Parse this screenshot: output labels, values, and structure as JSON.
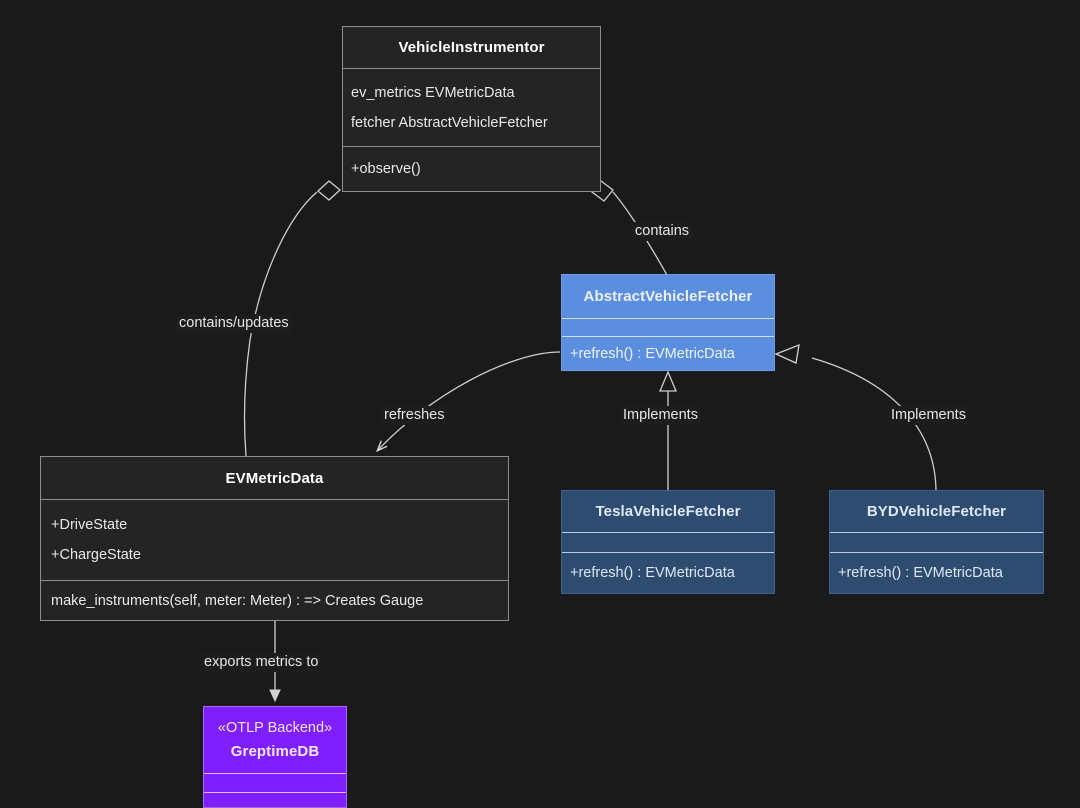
{
  "diagram": {
    "kind": "uml-class-diagram",
    "background": "#1a1a1a",
    "classes": [
      {
        "id": "vehicle-instrumentor",
        "name": "VehicleInstrumentor",
        "style": "dark",
        "attributes": [
          "ev_metrics EVMetricData",
          "fetcher AbstractVehicleFetcher"
        ],
        "methods": [
          "+observe()"
        ]
      },
      {
        "id": "abstract-vehicle-fetcher",
        "name": "AbstractVehicleFetcher",
        "style": "blue",
        "accent": "#5b8ede",
        "attributes": [],
        "methods": [
          "+refresh() : EVMetricData"
        ]
      },
      {
        "id": "ev-metric-data",
        "name": "EVMetricData",
        "style": "dark",
        "attributes": [
          "+DriveState",
          "+ChargeState"
        ],
        "methods": [
          "make_instruments(self, meter: Meter) : => Creates Gauge"
        ]
      },
      {
        "id": "tesla-vehicle-fetcher",
        "name": "TeslaVehicleFetcher",
        "style": "navy",
        "accent": "#2d4c70",
        "attributes": [],
        "methods": [
          "+refresh() : EVMetricData"
        ]
      },
      {
        "id": "byd-vehicle-fetcher",
        "name": "BYDVehicleFetcher",
        "style": "navy",
        "accent": "#2d4c70",
        "attributes": [],
        "methods": [
          "+refresh() : EVMetricData"
        ]
      },
      {
        "id": "greptimedb",
        "name": "GreptimeDB",
        "stereotype": "«OTLP Backend»",
        "style": "purple",
        "accent": "#7f1fff",
        "attributes": [],
        "methods": []
      }
    ],
    "relationships": [
      {
        "id": "contains",
        "label": "contains",
        "from": "vehicle-instrumentor",
        "to": "abstract-vehicle-fetcher",
        "type": "aggregation"
      },
      {
        "id": "contains-updates",
        "label": "contains/updates",
        "from": "vehicle-instrumentor",
        "to": "ev-metric-data",
        "type": "aggregation"
      },
      {
        "id": "refreshes",
        "label": "refreshes",
        "from": "abstract-vehicle-fetcher",
        "to": "ev-metric-data",
        "type": "association"
      },
      {
        "id": "implements-tesla",
        "label": "Implements",
        "from": "tesla-vehicle-fetcher",
        "to": "abstract-vehicle-fetcher",
        "type": "inheritance"
      },
      {
        "id": "implements-byd",
        "label": "Implements",
        "from": "byd-vehicle-fetcher",
        "to": "abstract-vehicle-fetcher",
        "type": "inheritance"
      },
      {
        "id": "exports-metrics",
        "label": "exports metrics to",
        "from": "ev-metric-data",
        "to": "greptimedb",
        "type": "dependency"
      }
    ]
  }
}
